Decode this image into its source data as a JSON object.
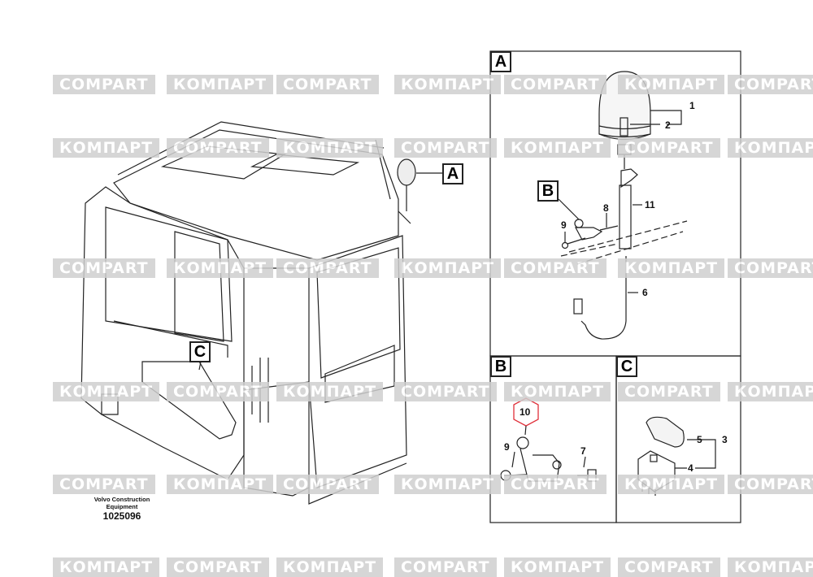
{
  "watermark": {
    "text_latin": "COMPART",
    "text_cyrillic": "КОМПАРТ",
    "color": "#cfcfcf"
  },
  "caption": {
    "line1": "Volvo Construction",
    "line2": "Equipment",
    "doc_number": "1025096"
  },
  "overview_labels": {
    "a": "A",
    "c": "C"
  },
  "panel_a": {
    "label": "A",
    "sub_label": "B",
    "callouts": [
      "1",
      "2",
      "11",
      "8",
      "9",
      "6"
    ]
  },
  "panel_b": {
    "label": "B",
    "callouts": [
      "10",
      "9",
      "7"
    ],
    "highlight_color": "#e0303a"
  },
  "panel_c": {
    "label": "C",
    "callouts": [
      "5",
      "3",
      "4"
    ]
  }
}
